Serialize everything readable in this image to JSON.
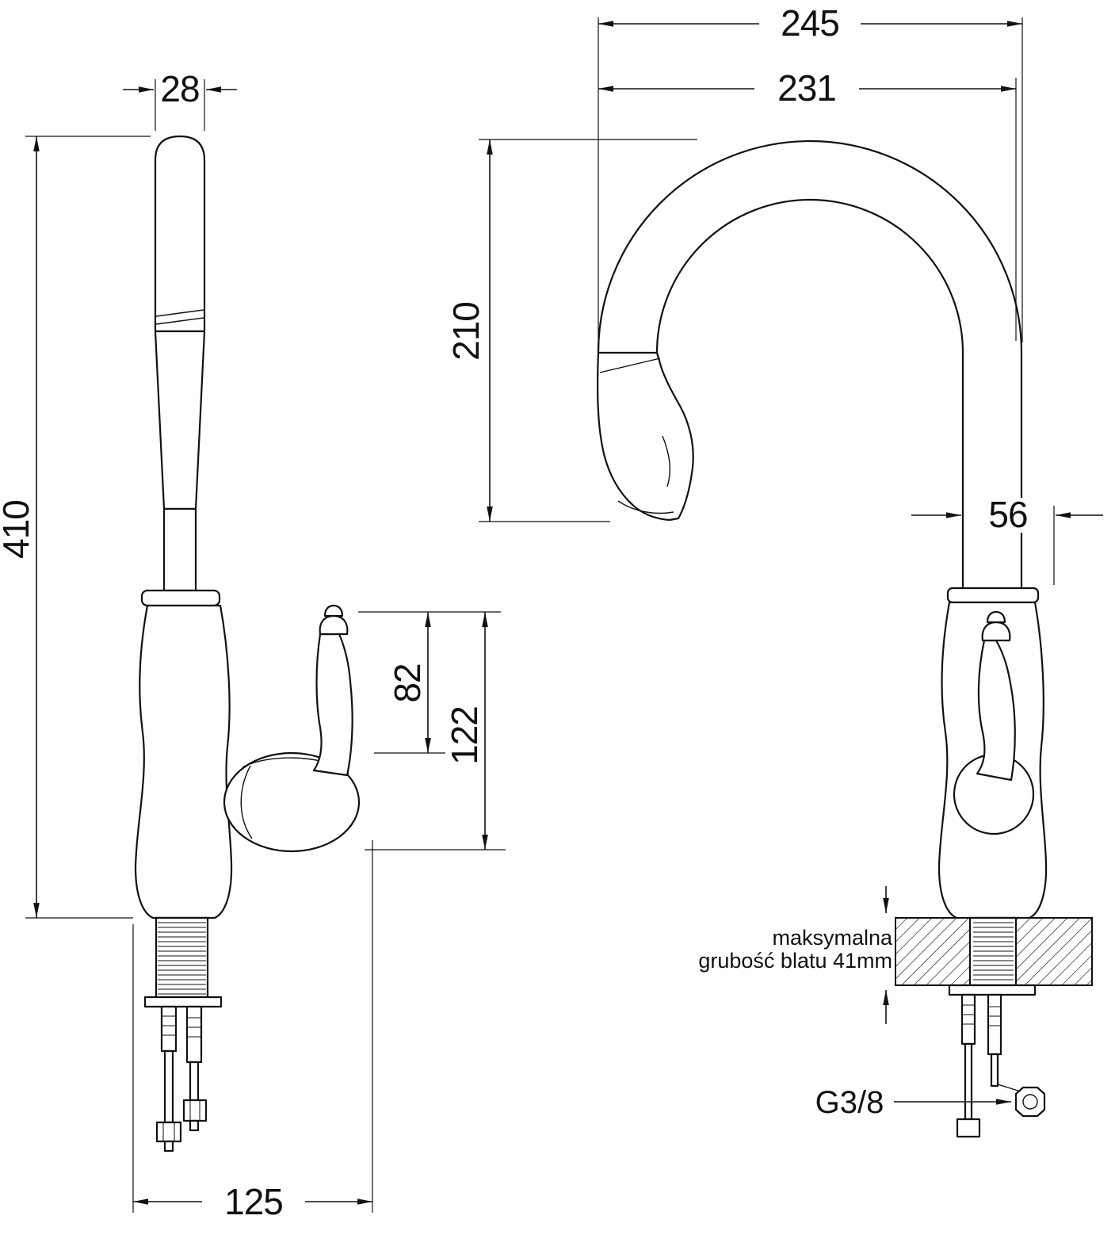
{
  "drawing": {
    "background": "#ffffff",
    "line_color": "#111111",
    "dimensions": {
      "spout_width": "28",
      "total_height": "410",
      "handle_upper": "82",
      "handle_total": "122",
      "base_width": "125",
      "overall_width": "245",
      "spout_reach": "231",
      "spout_height": "210",
      "outlet_offset": "56"
    },
    "annotations": {
      "thread_size": "G3/8",
      "counter_note_line1": "maksymalna",
      "counter_note_line2": "grubość blatu 41mm"
    }
  }
}
